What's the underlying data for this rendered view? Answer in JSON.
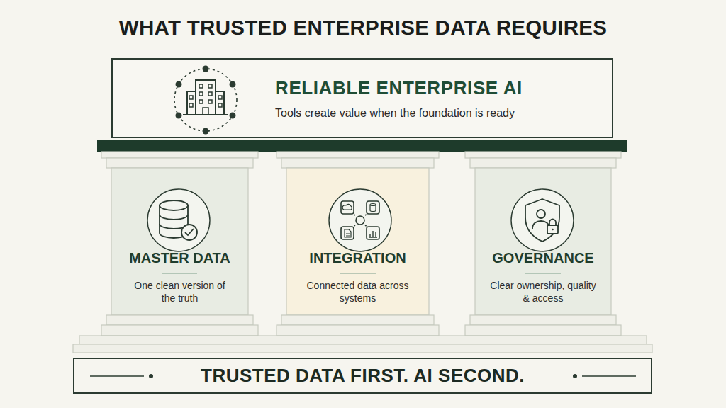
{
  "diagram": {
    "title": "WHAT TRUSTED ENTERPRISE DATA REQUIRES",
    "nodes": [
      {
        "text": [
          "RELIABLE ENTERPRISE AI",
          "Tools create value when the foundation is ready"
        ]
      },
      {
        "text": [
          "MASTER DATA",
          "One clean version of the truth"
        ]
      },
      {
        "text": [
          "INTEGRATION",
          "Connected data across systems"
        ]
      },
      {
        "text": [
          "GOVERNANCE",
          "Clear ownership, quality & access"
        ]
      },
      {
        "text": [
          "TRUSTED DATA FIRST. AI SECOND."
        ]
      }
    ]
  }
}
